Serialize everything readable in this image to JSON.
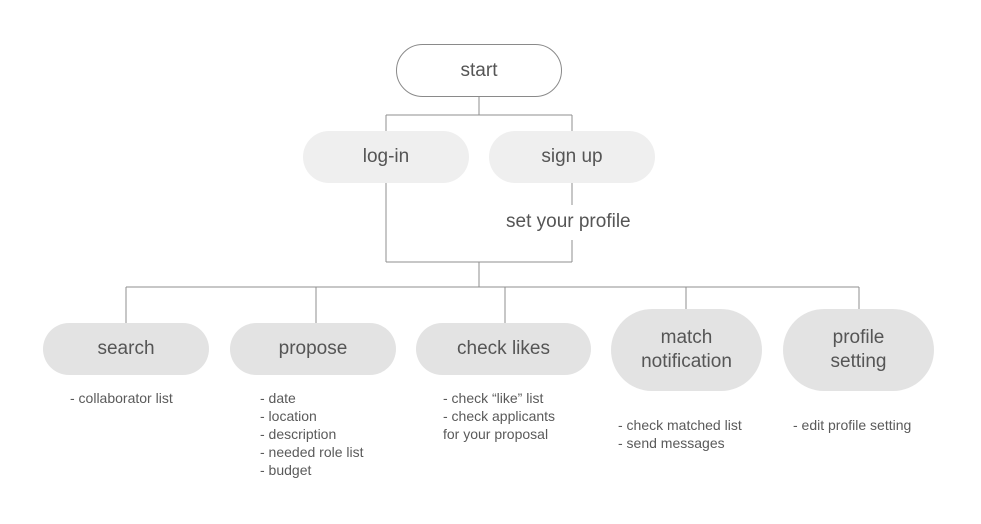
{
  "nodes": {
    "start": "start",
    "login": "log-in",
    "signup": "sign up",
    "set_profile": "set your profile",
    "search": "search",
    "propose": "propose",
    "check_likes": "check likes",
    "match_line1": "match",
    "match_line2": "notification",
    "profile_line1": "profile",
    "profile_line2": "setting"
  },
  "notes": {
    "search": [
      "- collaborator list"
    ],
    "propose": [
      "- date",
      "- location",
      "- description",
      "- needed role list",
      "- budget"
    ],
    "check_likes": [
      "- check “like” list",
      "- check applicants",
      "for your proposal"
    ],
    "match": [
      "- check matched list",
      "- send messages"
    ],
    "profile": [
      "- edit profile setting"
    ]
  }
}
